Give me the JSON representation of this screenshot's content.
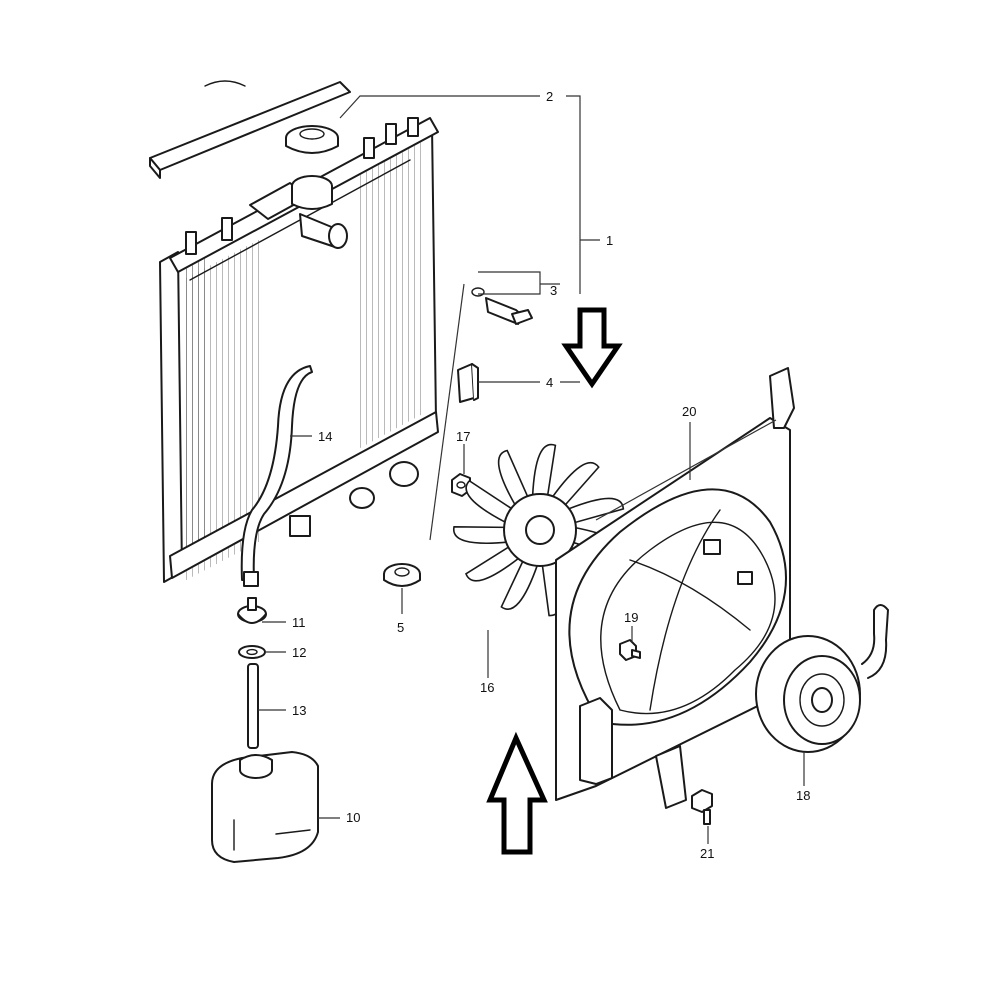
{
  "callouts": {
    "c1": "1",
    "c2": "2",
    "c3": "3",
    "c4": "4",
    "c5": "5",
    "c10": "10",
    "c11": "11",
    "c12": "12",
    "c13": "13",
    "c14": "14",
    "c16": "16",
    "c17": "17",
    "c18": "18",
    "c19": "19",
    "c20": "20",
    "c21": "21"
  },
  "arrows": {
    "down_arrow": "down-arrow-icon",
    "up_arrow": "up-arrow-icon"
  },
  "colors": {
    "line": "#1a1a1a",
    "background": "#ffffff"
  }
}
